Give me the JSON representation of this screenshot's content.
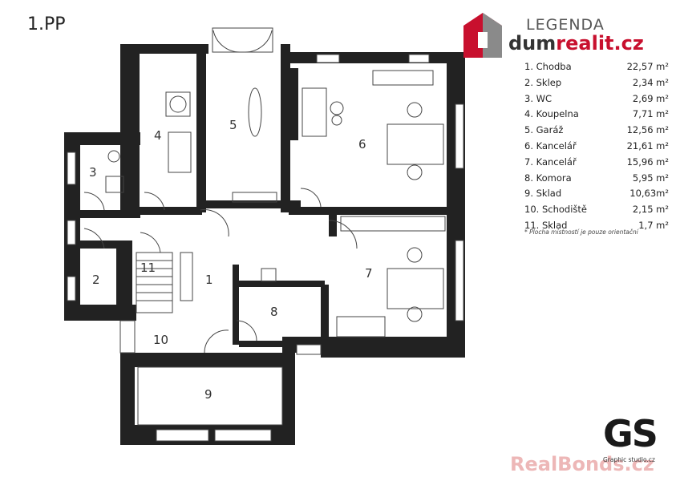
{
  "floor_label": "1.PP",
  "brand": {
    "legend_word": "LEGENDA",
    "name_part1": "dum",
    "name_part2": "realit.cz",
    "accent_color": "#c8102e"
  },
  "legend": [
    {
      "name": "1. Chodba",
      "area": "22,57 m²"
    },
    {
      "name": "2. Sklep",
      "area": "2,34 m²"
    },
    {
      "name": "3. WC",
      "area": "2,69 m²"
    },
    {
      "name": "4. Koupelna",
      "area": "7,71 m²"
    },
    {
      "name": "5. Garáž",
      "area": "12,56 m²"
    },
    {
      "name": "6. Kancelář",
      "area": "21,61 m²"
    },
    {
      "name": "7. Kancelář",
      "area": "15,96 m²"
    },
    {
      "name": "8. Komora",
      "area": "5,95 m²"
    },
    {
      "name": "9. Sklad",
      "area": "10,63m²"
    },
    {
      "name": "10. Schodiště",
      "area": "2,15 m²"
    },
    {
      "name": "11. Sklad",
      "area": "1,7 m²"
    }
  ],
  "note": "* Plocha místností je pouze orientační",
  "rooms": [
    {
      "label": "1"
    },
    {
      "label": "2"
    },
    {
      "label": "3"
    },
    {
      "label": "4"
    },
    {
      "label": "5"
    },
    {
      "label": "6"
    },
    {
      "label": "7"
    },
    {
      "label": "8"
    },
    {
      "label": "9"
    },
    {
      "label": "10"
    },
    {
      "label": "11"
    }
  ],
  "studio": {
    "initials": "GS",
    "subtitle": "Graphic studio.cz"
  },
  "watermark": "RealBonds.cz",
  "wall_color": "#222222"
}
